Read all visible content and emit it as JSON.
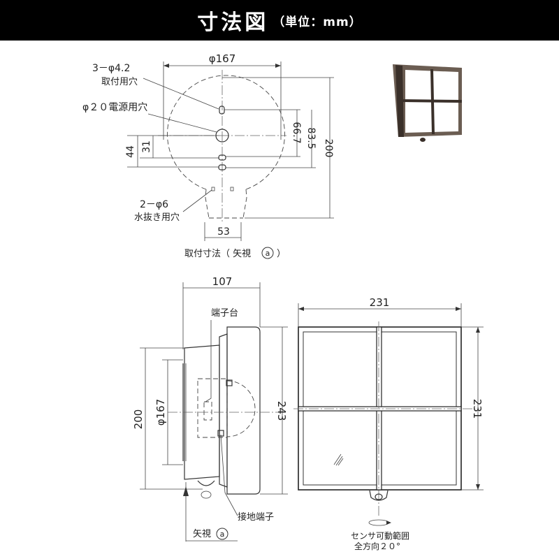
{
  "header": {
    "title": "寸法図",
    "unit": "（単位：mm）"
  },
  "mount_view": {
    "dia_outer": "φ167",
    "holes_mount": "3－φ4.2",
    "holes_mount_label": "取付用穴",
    "hole_power": "φ２０電源用穴",
    "dim_44": "44",
    "dim_31": "31",
    "dim_667": "66.7",
    "dim_835": "83.5",
    "dim_200": "200",
    "holes_drain": "2－φ6",
    "holes_drain_label": "水抜き用穴",
    "dim_53": "53",
    "caption_prefix": "取付寸法（ 矢視",
    "caption_mark": "a",
    "caption_suffix": "）"
  },
  "side_view": {
    "dim_107": "107",
    "terminal_block": "端子台",
    "dim_200": "200",
    "dia_167": "φ167",
    "dim_243": "243",
    "ground_terminal": "接地端子",
    "arrow_view": "矢視",
    "arrow_mark": "a"
  },
  "front_view": {
    "dim_width": "231",
    "dim_height": "231",
    "sensor_range_line1": "センサ可動範囲",
    "sensor_range_line2": "全方向２０°"
  }
}
